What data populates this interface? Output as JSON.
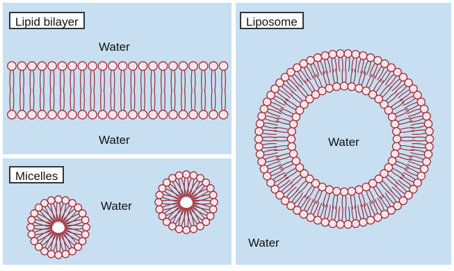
{
  "colors": {
    "water": "#c8dff1",
    "divider": "#ffffff",
    "head_fill": "#fce4ea",
    "lipid_stroke": "#9b2b34"
  },
  "panels": {
    "bilayer": {
      "label": "Lipid bilayer",
      "water_top": "Water",
      "water_bottom": "Water"
    },
    "micelles": {
      "label": "Micelles",
      "water": "Water"
    },
    "liposome": {
      "label": "Liposome",
      "water_inside": "Water",
      "water_outside": "Water"
    }
  }
}
